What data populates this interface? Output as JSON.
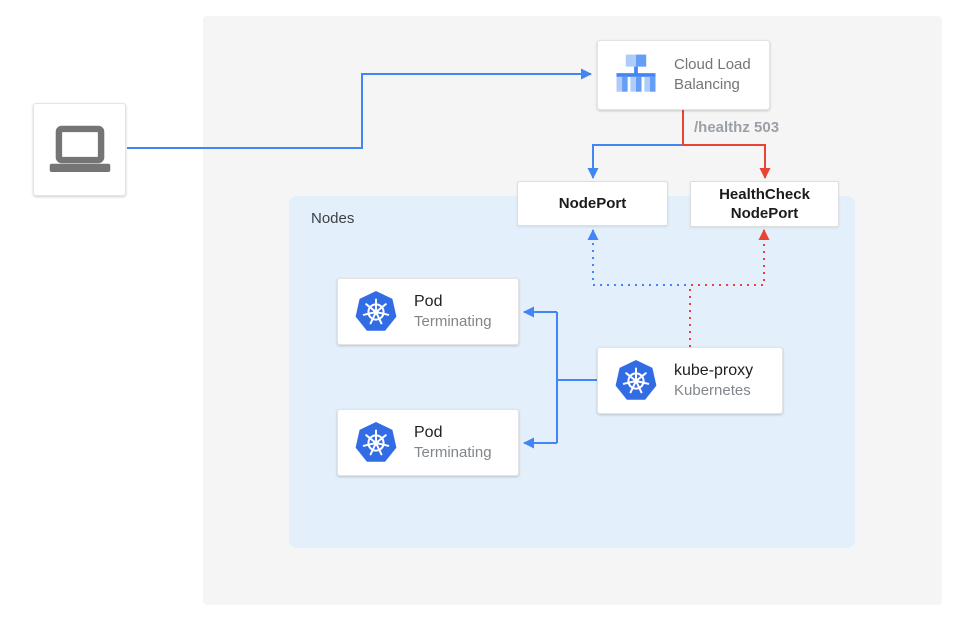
{
  "client": {
    "icon": "laptop-icon"
  },
  "load_balancer": {
    "label": "Cloud Load Balancing",
    "icon": "cloud-load-balancing-icon"
  },
  "edge_labels": {
    "healthz": "/healthz 503"
  },
  "node_port": {
    "label": "NodePort"
  },
  "health_check_node_port": {
    "label": "HealthCheck NodePort"
  },
  "nodes_group": {
    "label": "Nodes"
  },
  "pods": [
    {
      "title": "Pod",
      "status": "Terminating",
      "icon": "kubernetes-icon"
    },
    {
      "title": "Pod",
      "status": "Terminating",
      "icon": "kubernetes-icon"
    }
  ],
  "kube_proxy": {
    "title": "kube-proxy",
    "subtitle": "Kubernetes",
    "icon": "kubernetes-icon"
  },
  "colors": {
    "arrow_blue": "#4285F4",
    "arrow_red": "#EA4335",
    "panel_bg": "#F5F5F5",
    "nodes_bg": "#E3F0FC",
    "kubernetes_blue": "#326CE5",
    "text_dark": "#212124",
    "text_gray": "#80868B",
    "healthz_gray": "#9AA0A6"
  }
}
